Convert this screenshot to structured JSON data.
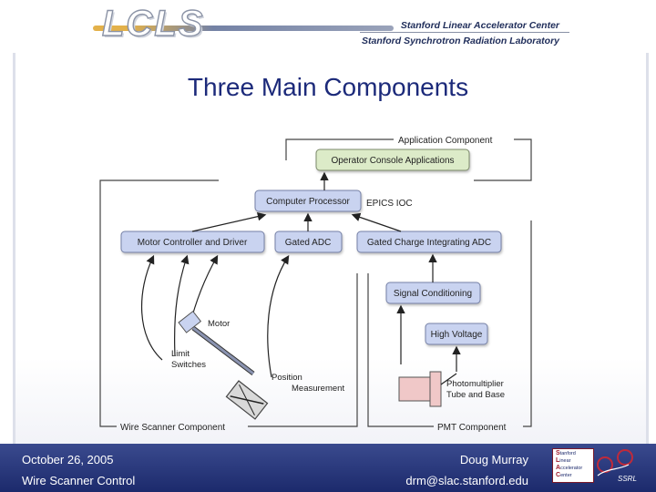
{
  "header": {
    "logo_text": "LCLS",
    "lab_line_1": "Stanford Linear Accelerator Center",
    "lab_line_2": "Stanford Synchrotron Radiation Laboratory"
  },
  "slide": {
    "title": "Three Main Components"
  },
  "diagram": {
    "application_component": "Application Component",
    "operator_console": "Operator Console Applications",
    "computer_processor": "Computer Processor",
    "epics_ioc": "EPICS IOC",
    "motor_controller": "Motor Controller and Driver",
    "gated_adc": "Gated ADC",
    "gated_charge_adc": "Gated Charge Integrating ADC",
    "signal_conditioning": "Signal Conditioning",
    "high_voltage": "High Voltage",
    "motor": "Motor",
    "limit_line1": "Limit",
    "limit_line2": "Switches",
    "position_line1": "Position",
    "position_line2": "Measurement",
    "pmt_line1": "Photomultiplier",
    "pmt_line2": "Tube and Base",
    "wire_scanner_component": "Wire Scanner Component",
    "pmt_component": "PMT Component"
  },
  "footer": {
    "date": "October 26, 2005",
    "topic": "Wire Scanner Control",
    "author": "Doug Murray",
    "email": "drm@slac.stanford.edu",
    "logo_initials": [
      "S",
      "L",
      "A",
      "C"
    ],
    "logo_words": [
      "tanford",
      "inear",
      "ccelerator",
      "enter"
    ],
    "logo_badge": "SSRL"
  },
  "colors": {
    "title": "#1c2a7a",
    "footer_bg": "#1c2a6c",
    "box_fill_blue": "#c9d3f0",
    "box_fill_green": "#dcebc8",
    "arrow": "#222222"
  }
}
